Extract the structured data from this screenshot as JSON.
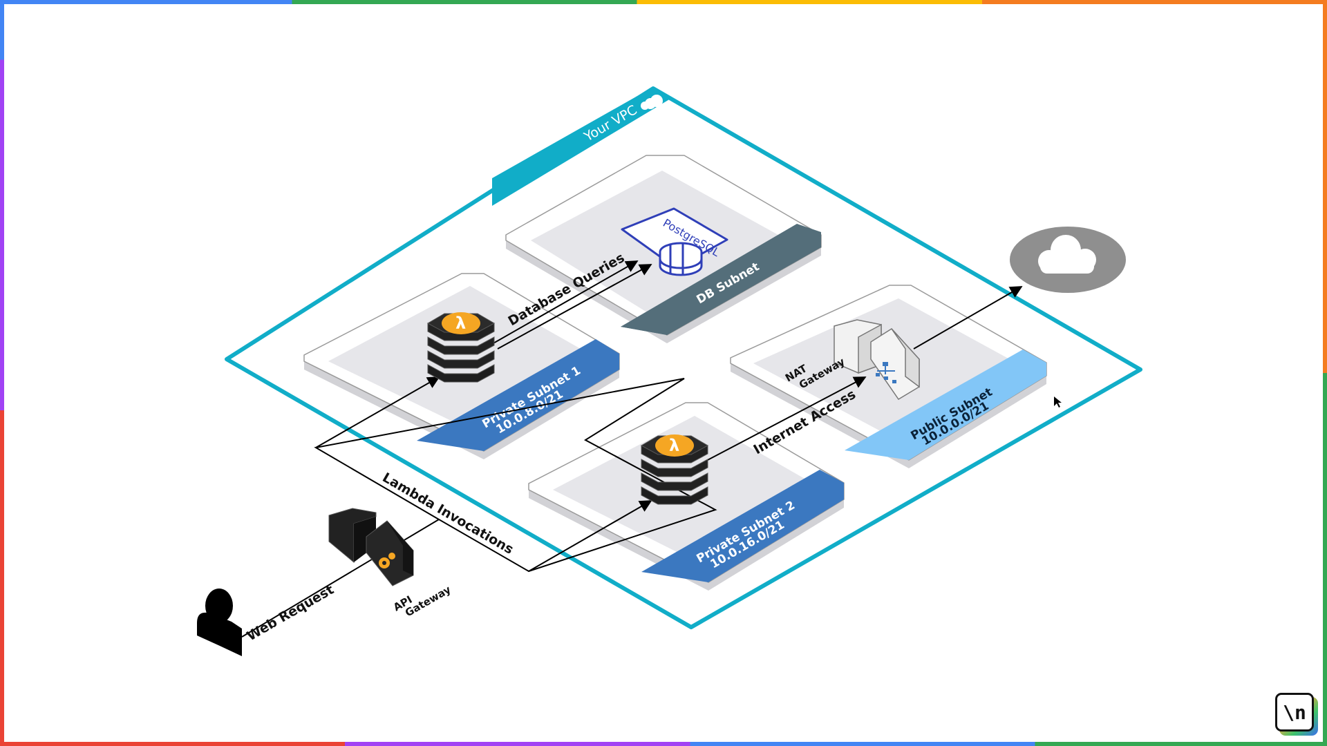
{
  "vpc": {
    "label": "Your VPC",
    "color": "#11adc8"
  },
  "subnets": {
    "db": {
      "label": "DB Subnet",
      "color": "#546e7a"
    },
    "private1": {
      "label": "Private Subnet 1",
      "cidr": "10.0.8.0/21",
      "color": "#3b78c0"
    },
    "private2": {
      "label": "Private Subnet 2",
      "cidr": "10.0.16.0/21",
      "color": "#3b78c0"
    },
    "public": {
      "label": "Public Subnet",
      "cidr": "10.0.0.0/21",
      "color": "#82c6f7"
    }
  },
  "services": {
    "postgres": {
      "label": "PostgreSQL",
      "color": "#2f3fb8"
    },
    "nat": {
      "line1": "NAT",
      "line2": "Gateway"
    },
    "api": {
      "line1": "API",
      "line2": "Gateway"
    },
    "lambda_color": "#f5a623"
  },
  "flows": {
    "web_request": "Web Request",
    "lambda_invocations": "Lambda Invocations",
    "database_queries": "Database Queries",
    "internet_access": "Internet Access"
  },
  "logo": {
    "text": "\\n"
  },
  "frame_colors": [
    "#4285f4",
    "#34a853",
    "#fbbc05",
    "#f47c20",
    "#ea4335",
    "#a142f4"
  ]
}
